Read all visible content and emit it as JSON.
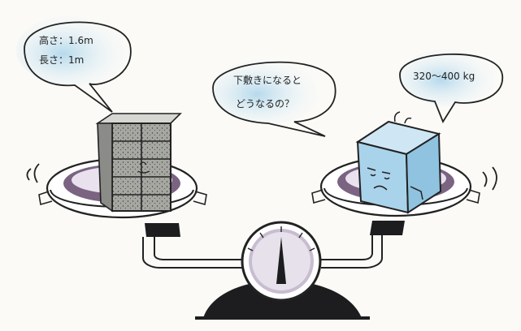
{
  "left_bubble": {
    "line1": "高さ：1.6m",
    "line2": "長さ：1m"
  },
  "middle_bubble": {
    "line1": "下敷きになると",
    "line2": "どうなるの？"
  },
  "right_bubble": {
    "text": "320～400 kg"
  },
  "colors": {
    "ink": "#222222",
    "bubble_shade": "#a9d3ea",
    "pan_shade": "#7a6482",
    "base": "#1d1d1f"
  }
}
